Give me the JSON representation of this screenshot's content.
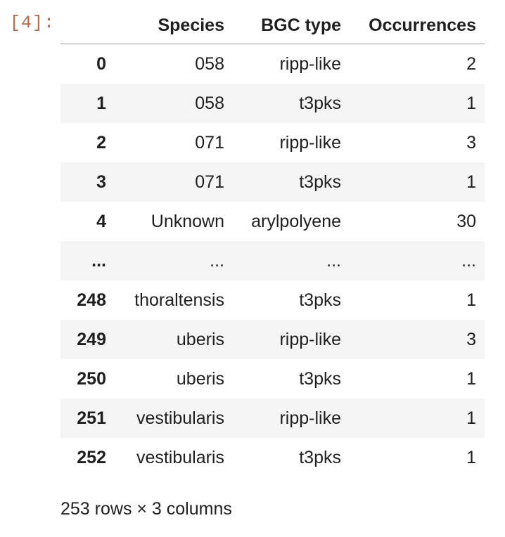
{
  "cell": {
    "prompt": "[4]:"
  },
  "table": {
    "columns": [
      "Species",
      "BGC type",
      "Occurrences"
    ],
    "rows": [
      {
        "index": "0",
        "species": "058",
        "bgc_type": "ripp-like",
        "occurrences": "2"
      },
      {
        "index": "1",
        "species": "058",
        "bgc_type": "t3pks",
        "occurrences": "1"
      },
      {
        "index": "2",
        "species": "071",
        "bgc_type": "ripp-like",
        "occurrences": "3"
      },
      {
        "index": "3",
        "species": "071",
        "bgc_type": "t3pks",
        "occurrences": "1"
      },
      {
        "index": "4",
        "species": "Unknown",
        "bgc_type": "arylpolyene",
        "occurrences": "30"
      },
      {
        "index": "...",
        "species": "...",
        "bgc_type": "...",
        "occurrences": "..."
      },
      {
        "index": "248",
        "species": "thoraltensis",
        "bgc_type": "t3pks",
        "occurrences": "1"
      },
      {
        "index": "249",
        "species": "uberis",
        "bgc_type": "ripp-like",
        "occurrences": "3"
      },
      {
        "index": "250",
        "species": "uberis",
        "bgc_type": "t3pks",
        "occurrences": "1"
      },
      {
        "index": "251",
        "species": "vestibularis",
        "bgc_type": "ripp-like",
        "occurrences": "1"
      },
      {
        "index": "252",
        "species": "vestibularis",
        "bgc_type": "t3pks",
        "occurrences": "1"
      }
    ],
    "shape_summary": "253 rows × 3 columns"
  },
  "colors": {
    "prompt": "#b56a4f",
    "stripe": "#f5f5f5",
    "header_rule": "#9a9a9a"
  }
}
